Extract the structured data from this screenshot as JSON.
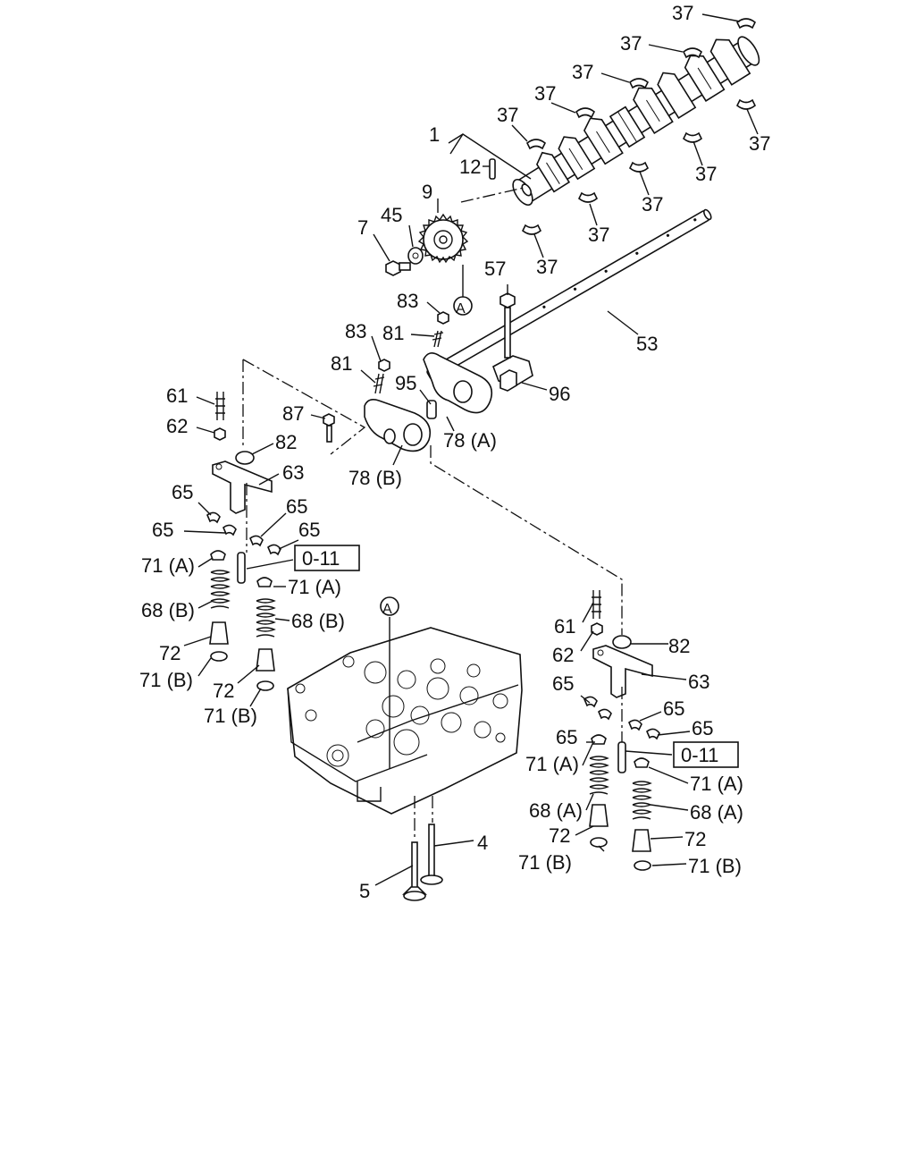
{
  "labels": {
    "camshaft_assy": "1",
    "pin": "12",
    "gear": "9",
    "washer": "45",
    "bolt": "7",
    "bearing": "37",
    "ref_a": "A",
    "rocker_shaft": "53",
    "bolt_57": "57",
    "nut_83": "83",
    "screw_81": "81",
    "spring_95": "95",
    "bracket_96": "96",
    "rocker_a": "78 (A)",
    "rocker_b": "78 (B)",
    "bolt_87": "87",
    "screw_61": "61",
    "nut_62": "62",
    "cap_82": "82",
    "bridge_63": "63",
    "keeper_65": "65",
    "ref_box": "0-11",
    "retainer_71a": "71 (A)",
    "spring_68b": "68 (B)",
    "spring_68a": "68 (A)",
    "seal_72": "72",
    "seat_71b": "71 (B)",
    "valve_4": "4",
    "valve_5": "5"
  },
  "icons": [
    "camshaft",
    "gear",
    "rocker-shaft",
    "cylinder-head",
    "valve-spring",
    "valve"
  ]
}
